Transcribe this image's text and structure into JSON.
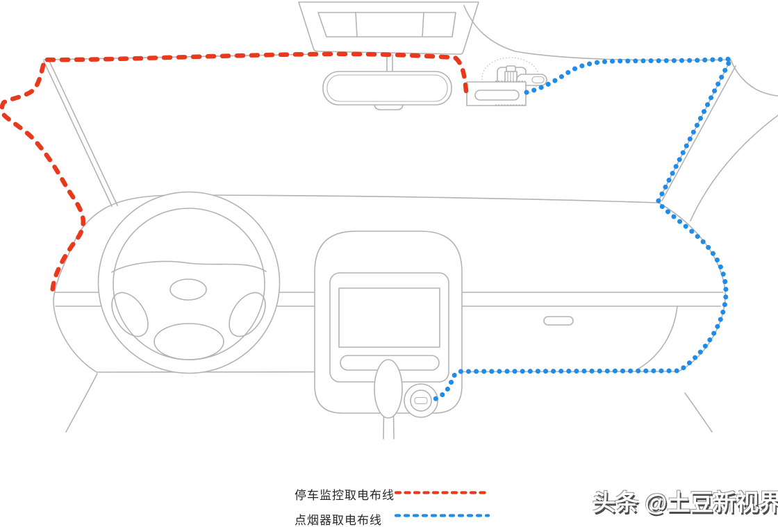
{
  "colors": {
    "parking": "#e8391d",
    "lighter": "#1e8ce8",
    "outline": "#b3b3b3",
    "text": "#262626",
    "watermark": "#ffffff",
    "watermark_shadow": "#4d4d4d"
  },
  "legend": {
    "items": [
      {
        "label": "停车监控取电布线",
        "color_key": "parking",
        "style": "dashed"
      },
      {
        "label": "点烟器取电布线",
        "color_key": "lighter",
        "style": "dashed"
      }
    ]
  },
  "watermark": {
    "text": "头条 @土豆新视界"
  }
}
